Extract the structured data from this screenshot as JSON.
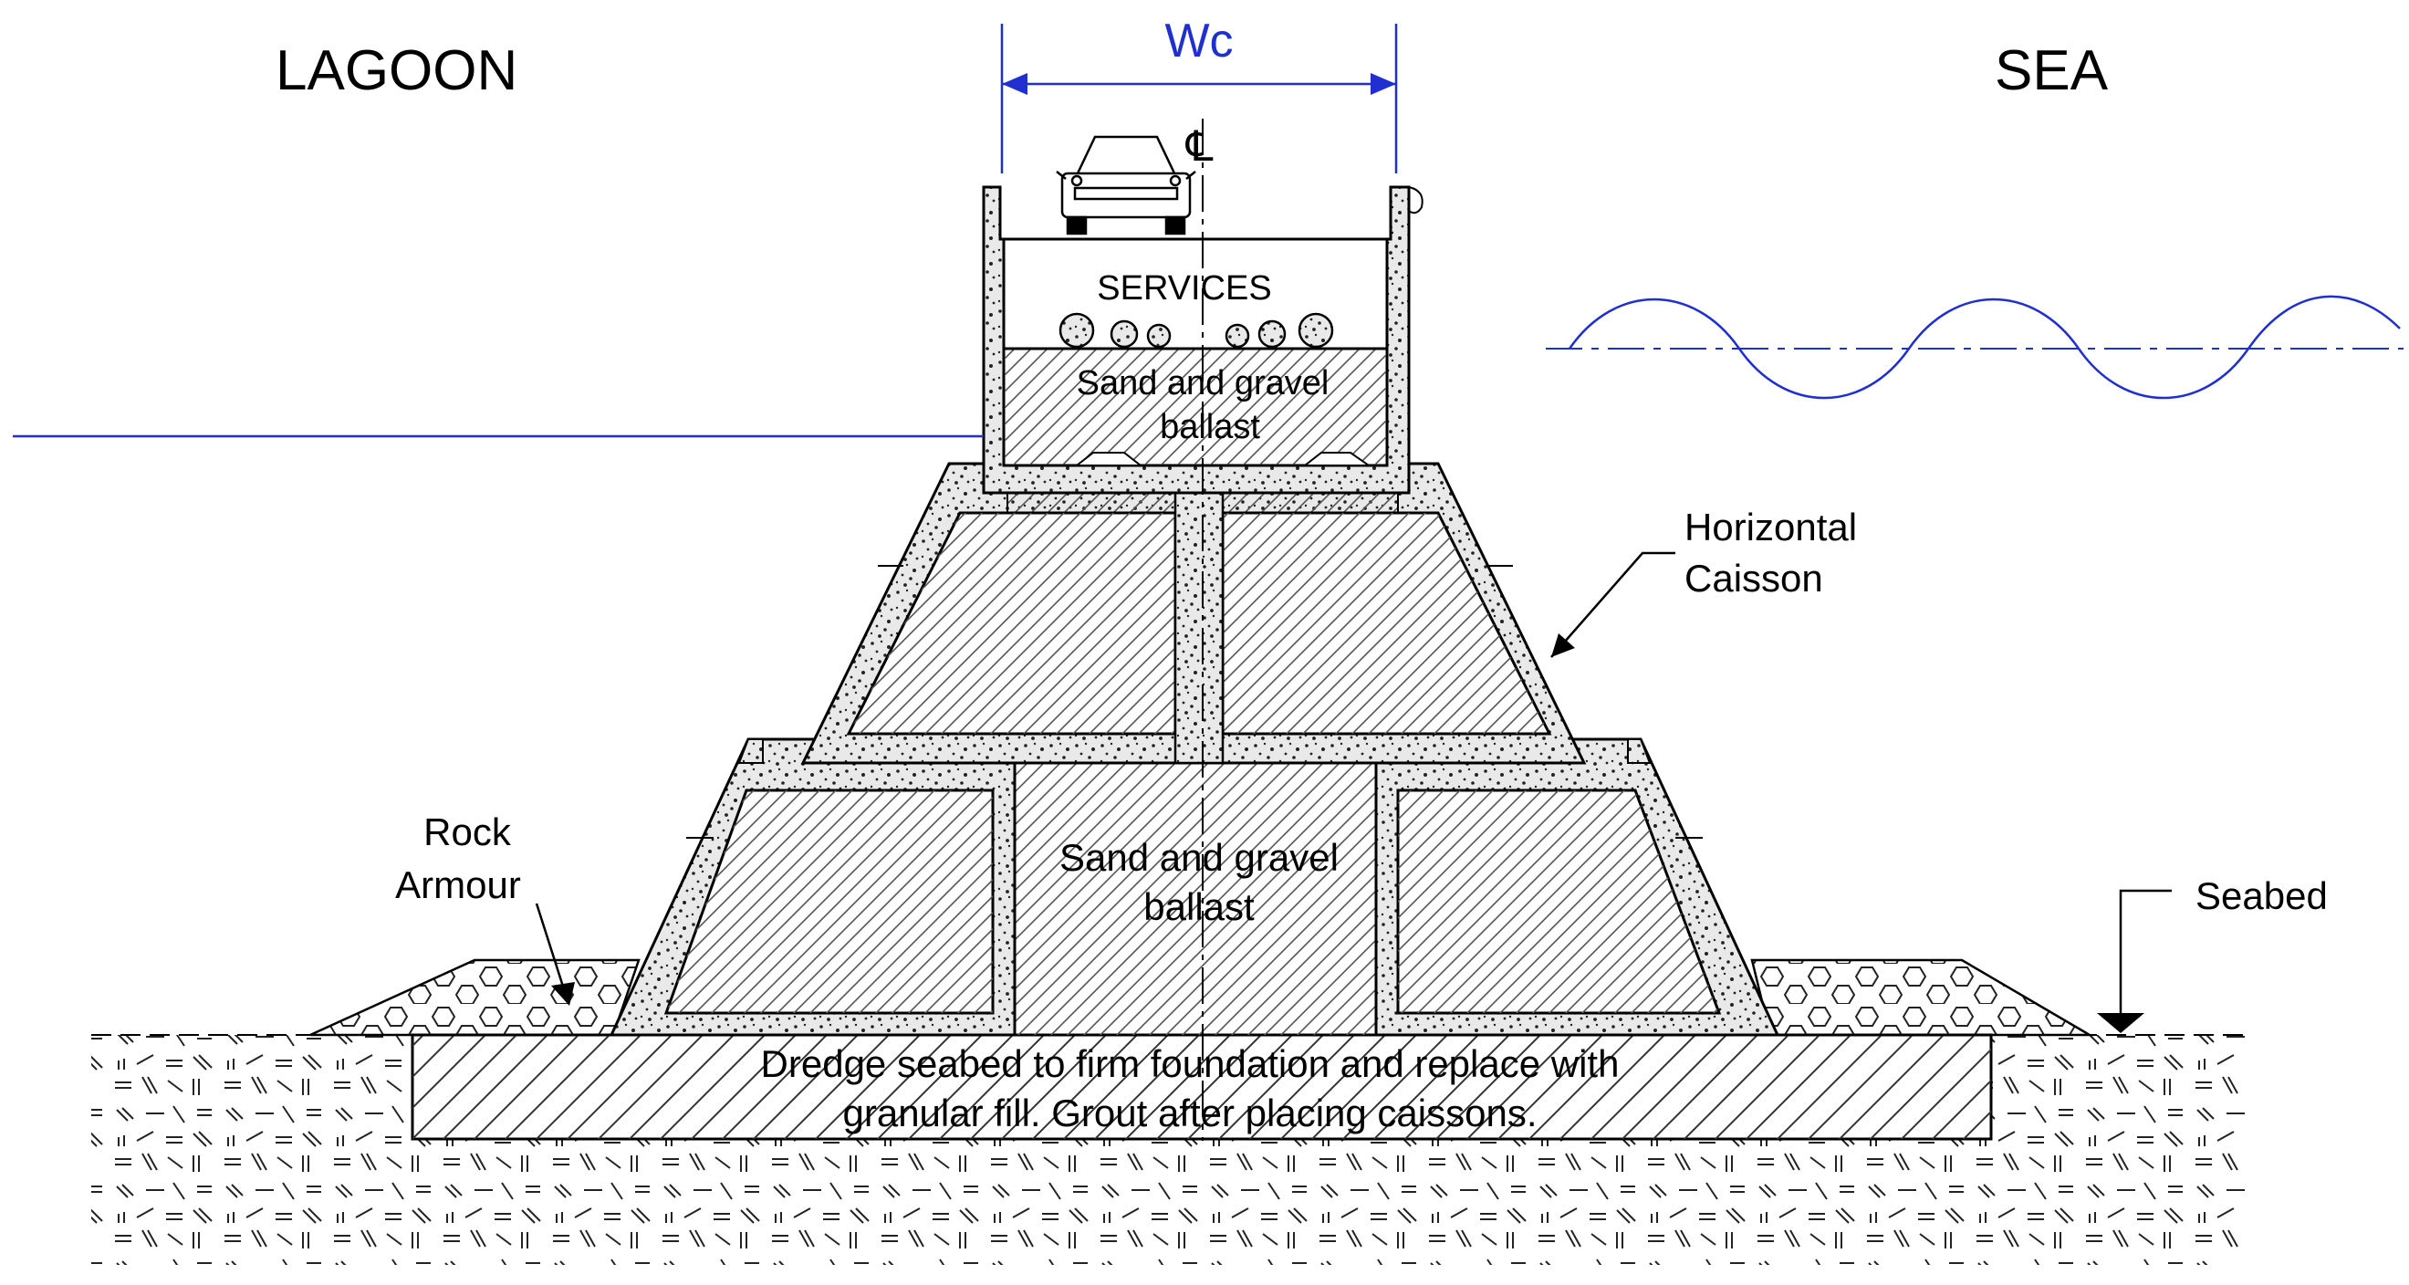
{
  "labels": {
    "lagoon": "LAGOON",
    "sea": "SEA",
    "width": "Wc",
    "centerline": "℄",
    "services": "SERVICES",
    "upper_ballast_line1": "Sand and gravel",
    "upper_ballast_line2": "ballast",
    "lower_ballast_line1": "Sand and gravel",
    "lower_ballast_line2": "ballast",
    "caisson_line1": "Horizontal",
    "caisson_line2": "Caisson",
    "rock_line1": "Rock",
    "rock_line2": "Armour",
    "seabed": "Seabed",
    "dredge_line1": "Dredge seabed to firm foundation and replace with",
    "dredge_line2": "granular fill.  Grout after placing caissons."
  },
  "colors": {
    "line": "#000000",
    "water": "#1f2fd0",
    "dimension": "#1f2fd0",
    "background": "#ffffff"
  },
  "icons": {
    "vehicle": "car-front-icon"
  }
}
